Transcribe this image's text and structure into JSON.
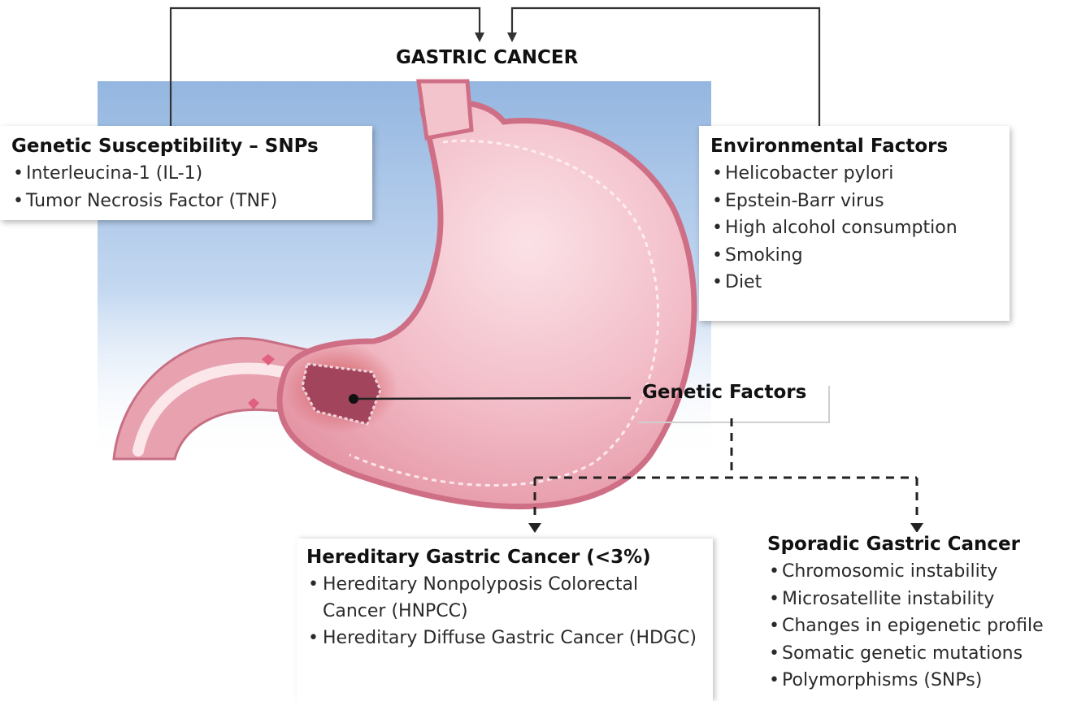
{
  "title": "GASTRIC CANCER",
  "genetic_susceptibility": {
    "heading": "Genetic Susceptibility – SNPs",
    "items": [
      "Interleucina-1 (IL-1)",
      "Tumor Necrosis Factor (TNF)"
    ]
  },
  "environmental_factors": {
    "heading": "Environmental Factors",
    "items": [
      "Helicobacter pylori",
      "Epstein-Barr virus",
      "High alcohol consumption",
      "Smoking",
      "Diet"
    ]
  },
  "genetic_factors": {
    "label": "Genetic Factors"
  },
  "hereditary": {
    "heading": "Hereditary Gastric Cancer (<3%)",
    "items": [
      "Hereditary Nonpolyposis Colorectal Cancer (HNPCC)",
      "Hereditary Diffuse Gastric Cancer (HDGC)"
    ]
  },
  "sporadic": {
    "heading": "Sporadic Gastric Cancer",
    "items": [
      "Chromosomic instability",
      "Microsatellite instability",
      "Changes in epigenetic profile",
      "Somatic genetic mutations",
      "Polymorphisms (SNPs)"
    ]
  },
  "colors": {
    "background_panel": "#9fbde3",
    "stomach_outer": "#e9a0ad",
    "stomach_inner": "#f8d3da",
    "tumor": "#a2455c",
    "connector": "#333333"
  }
}
